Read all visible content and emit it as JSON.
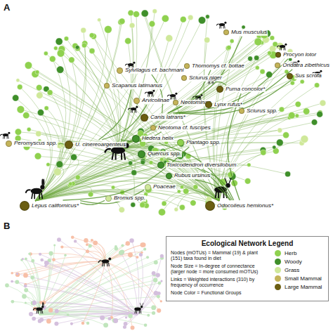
{
  "diagram": {
    "nodes": [
      {
        "text": [
          "Mus musculus"
        ]
      },
      {
        "text": [
          "Procyon lotor"
        ]
      },
      {
        "text": [
          "Ondatra zibethicus"
        ]
      },
      {
        "text": [
          "Sus scrofa"
        ]
      },
      {
        "text": [
          "Sylvilagus cf. bachmani"
        ]
      },
      {
        "text": [
          "Thomomys cf. bottae"
        ]
      },
      {
        "text": [
          "Sciurus niger"
        ]
      },
      {
        "text": [
          "Scapanus latimanus"
        ]
      },
      {
        "text": [
          "Puma concolor*"
        ]
      },
      {
        "text": [
          "Arvicolinae"
        ]
      },
      {
        "text": [
          "Neotominae"
        ]
      },
      {
        "text": [
          "Canis latrans*"
        ]
      },
      {
        "text": [
          "Lynx rufus*"
        ]
      },
      {
        "text": [
          "Sciurus spp."
        ]
      },
      {
        "text": [
          "Neotoma cf. fuscipes"
        ]
      },
      {
        "text": [
          "Peromyscus spp."
        ]
      },
      {
        "text": [
          "U. cinereoargenteus"
        ]
      },
      {
        "text": [
          "Hedera helix"
        ]
      },
      {
        "text": [
          "Plantago spp."
        ]
      },
      {
        "text": [
          "Quercus spp."
        ]
      },
      {
        "text": [
          "Toxicodendron diversilobum"
        ]
      },
      {
        "text": [
          "Rubus ursinus"
        ]
      },
      {
        "text": [
          "Poaceae"
        ]
      },
      {
        "text": [
          "Lepus californicus*"
        ]
      },
      {
        "text": [
          "Odocoileus hemionus*"
        ]
      },
      {
        "text": [
          "Bromus spp."
        ]
      }
    ],
    "edges": [
      {
        "from": 11,
        "to": 1,
        "arrow": "none"
      },
      {
        "from": 11,
        "to": 2,
        "arrow": "none"
      },
      {
        "from": 11,
        "to": 3,
        "arrow": "none"
      },
      {
        "from": 11,
        "to": 0,
        "arrow": "none"
      },
      {
        "from": 11,
        "to": 4,
        "arrow": "none"
      },
      {
        "from": 11,
        "to": 5,
        "arrow": "none"
      },
      {
        "from": 8,
        "to": 6,
        "arrow": "none"
      },
      {
        "from": 8,
        "to": 24,
        "arrow": "none"
      },
      {
        "from": 12,
        "to": 13,
        "arrow": "none"
      },
      {
        "from": 12,
        "to": 10,
        "arrow": "none"
      },
      {
        "from": 16,
        "to": 15,
        "arrow": "none"
      },
      {
        "from": 16,
        "to": 14,
        "arrow": "none"
      },
      {
        "from": 16,
        "to": 9,
        "arrow": "none"
      },
      {
        "from": 16,
        "to": 7,
        "arrow": "none"
      },
      {
        "from": 16,
        "to": 17,
        "arrow": "none"
      },
      {
        "from": 23,
        "to": 18,
        "arrow": "none"
      },
      {
        "from": 23,
        "to": 22,
        "arrow": "none"
      },
      {
        "from": 23,
        "to": 25,
        "arrow": "none"
      },
      {
        "from": 24,
        "to": 19,
        "arrow": "none"
      },
      {
        "from": 24,
        "to": 20,
        "arrow": "none"
      },
      {
        "from": 24,
        "to": 21,
        "arrow": "none"
      },
      {
        "from": 24,
        "to": 17,
        "arrow": "none"
      }
    ],
    "labels": [
      "A",
      "B",
      "Ecological Network Legend",
      "Nodes (mOTUs) = Mammal (19) & plant (151) taxa found in diet",
      "Node Size = In-degree of connectance (larger node = more consumed mOTUs)",
      "Links = Weighted interactions (310) by frequency of occurrence",
      "Node Color = Functional Groups"
    ],
    "legend": [
      {
        "text": "Herb",
        "color": "#8fd14f"
      },
      {
        "text": "Woody",
        "color": "#3f8f2a"
      },
      {
        "text": "Grass",
        "color": "#cfe89a"
      },
      {
        "text": "Small Mammal",
        "color": "#c4b45a"
      },
      {
        "text": "Large Mammal",
        "color": "#6b5e12"
      }
    ]
  }
}
